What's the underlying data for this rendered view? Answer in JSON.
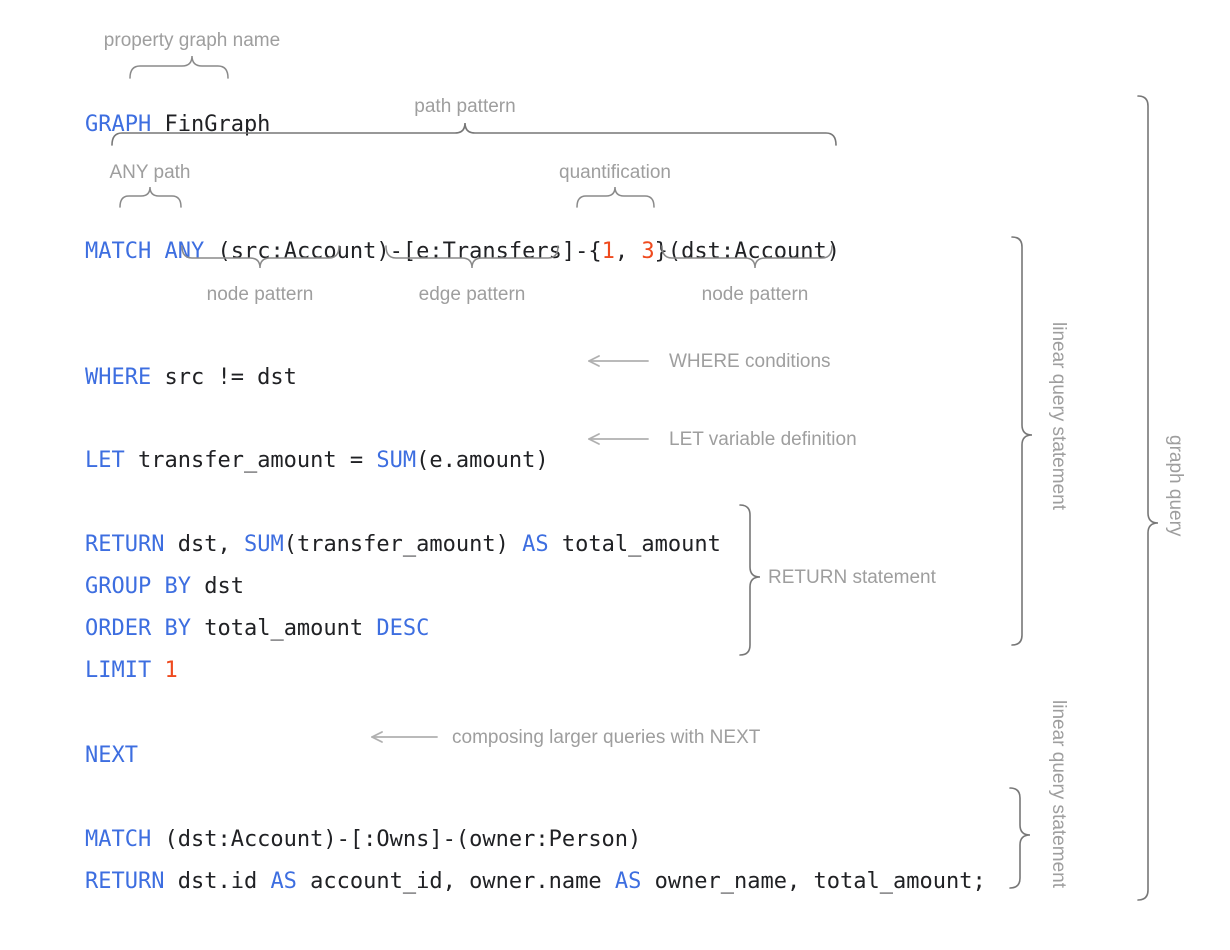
{
  "diagram": {
    "title": "GQL graph query anatomy",
    "colors": {
      "keyword": "#3d6ee0",
      "literal": "#ef4a1e",
      "code_text": "#202124",
      "annotation": "#9e9e9e",
      "brace": "#777777",
      "arrow": "#b0b0b0",
      "background": "#ffffff"
    }
  },
  "code_lines": [
    {
      "id": "graph",
      "text": "GRAPH FinGraph"
    },
    {
      "id": "match1",
      "text": "MATCH ANY (src:Account)-[e:Transfers]-{1, 3}(dst:Account)"
    },
    {
      "id": "where",
      "text": "WHERE src != dst"
    },
    {
      "id": "let",
      "text": "LET transfer_amount = SUM(e.amount)"
    },
    {
      "id": "return1",
      "text": "RETURN dst, SUM(transfer_amount) AS total_amount"
    },
    {
      "id": "groupby",
      "text": "GROUP BY dst"
    },
    {
      "id": "orderby",
      "text": "ORDER BY total_amount DESC"
    },
    {
      "id": "limit",
      "text": "LIMIT 1"
    },
    {
      "id": "next",
      "text": "NEXT"
    },
    {
      "id": "match2",
      "text": "MATCH (dst:Account)-[:Owns]-(owner:Person)"
    },
    {
      "id": "return2",
      "text": "RETURN dst.id AS account_id, owner.name AS owner_name, total_amount;"
    }
  ],
  "tokens": {
    "graph": {
      "kw": "GRAPH",
      "name": "FinGraph"
    },
    "match1": {
      "kw": "MATCH",
      "any": "ANY",
      "node_src": "(src:Account)",
      "dash1": "-",
      "edge": "[e:Transfers]",
      "dash2": "-",
      "quant_open": "{",
      "quant_low": "1",
      "quant_sep": ", ",
      "quant_high": "3",
      "quant_close": "}",
      "node_dst": "(dst:Account)"
    },
    "where": {
      "kw": "WHERE",
      "expr": "src != dst"
    },
    "let": {
      "kw": "LET",
      "var": "transfer_amount",
      "eq": "=",
      "fn": "SUM",
      "arg": "(e.amount)"
    },
    "return1": {
      "kw": "RETURN",
      "a": "dst, ",
      "fn": "SUM",
      "b": "(transfer_amount) ",
      "as": "AS",
      "c": " total_amount"
    },
    "groupby": {
      "kw1": "GROUP",
      "kw2": "BY",
      "expr": "dst"
    },
    "orderby": {
      "kw1": "ORDER",
      "kw2": "BY",
      "expr": "total_amount",
      "kw3": "DESC"
    },
    "limit": {
      "kw": "LIMIT",
      "num": "1"
    },
    "next": {
      "kw": "NEXT"
    },
    "match2": {
      "kw": "MATCH",
      "pattern": "(dst:Account)-[:Owns]-(owner:Person)"
    },
    "return2": {
      "kw": "RETURN",
      "a": "dst.id ",
      "as1": "AS",
      "b": " account_id, owner.name ",
      "as2": "AS",
      "c": " owner_name, total_amount;"
    }
  },
  "annotations": {
    "property_graph_name": "property graph name",
    "path_pattern": "path pattern",
    "any_path": "ANY path",
    "quantification": "quantification",
    "node_pattern_left": "node pattern",
    "edge_pattern": "edge pattern",
    "node_pattern_right": "node pattern",
    "where_conditions": "WHERE conditions",
    "let_variable_definition": "LET variable definition",
    "return_statement": "RETURN statement",
    "composing_with_next": "composing larger queries with NEXT",
    "linear_query_statement_1": "linear query statement",
    "linear_query_statement_2": "linear query statement",
    "graph_query": "graph query"
  }
}
